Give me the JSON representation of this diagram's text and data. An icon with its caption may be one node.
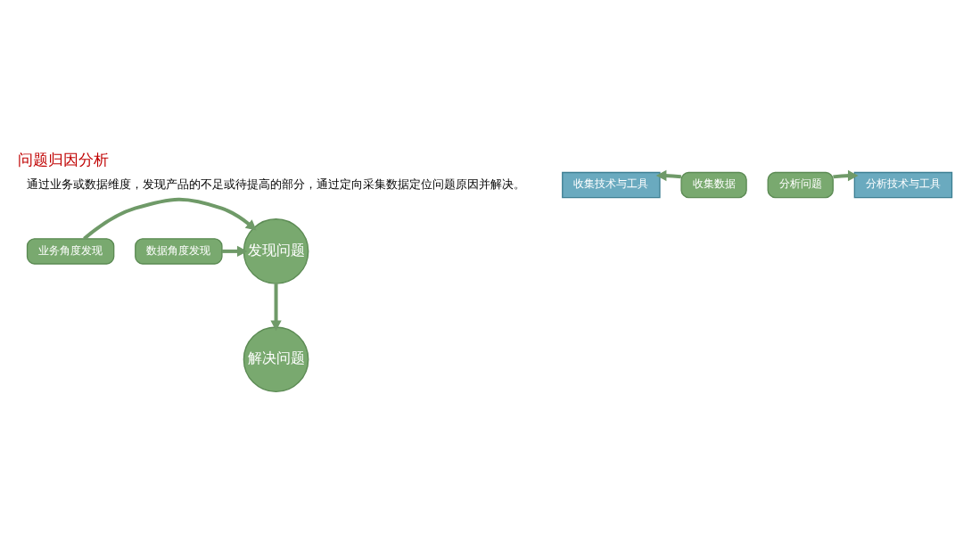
{
  "diagram": {
    "title": "问题归因分析",
    "nodes": [
      {
        "text": [
          "业务角度发现"
        ]
      },
      {
        "text": [
          "发现问题"
        ]
      },
      {
        "text": [
          "数据角度发现"
        ]
      },
      {
        "text": [
          "收集技术与工具"
        ]
      },
      {
        "text": [
          "收集数据"
        ]
      },
      {
        "text": [
          "分析问题"
        ]
      },
      {
        "text": [
          "分析技术与工具"
        ]
      },
      {
        "text": [
          "解决问题"
        ]
      }
    ],
    "edges": [
      {
        "from": 0,
        "to": 1,
        "arrow": "to"
      },
      {
        "from": 2,
        "to": 1,
        "arrow": "to"
      },
      {
        "from": 4,
        "to": 3,
        "arrow": "to"
      },
      {
        "from": 5,
        "to": 6,
        "arrow": "to"
      },
      {
        "from": 1,
        "to": 7,
        "arrow": "to"
      }
    ],
    "labels": [
      "通过业务或数据维度，发现产品的不足或待提高的部分，通过定向采集数据定位问题原因并解决。"
    ]
  }
}
